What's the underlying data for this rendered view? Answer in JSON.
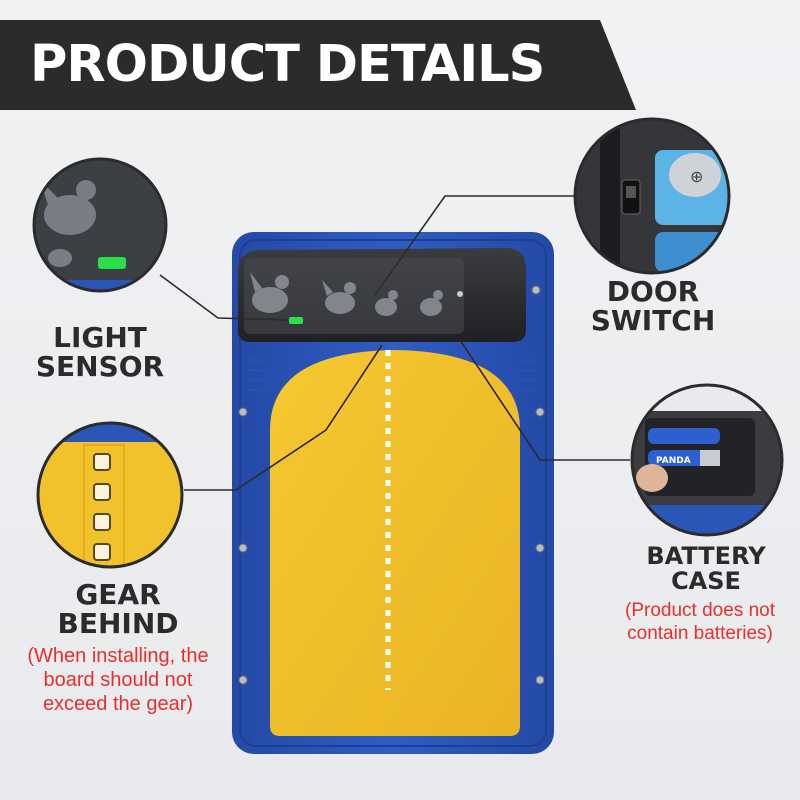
{
  "header": {
    "title": "PRODUCT DETAILS"
  },
  "callouts": {
    "light_sensor": {
      "line1": "LIGHT",
      "line2": "SENSOR"
    },
    "door_switch": {
      "line1": "DOOR",
      "line2": "SWITCH"
    },
    "battery_case": {
      "line1": "BATTERY",
      "line2": "CASE",
      "note1": "(Product does not",
      "note2": "contain batteries)"
    },
    "gear_behind": {
      "line1": "GEAR",
      "line2": "BEHIND",
      "note1": "(When installing, the",
      "note2": "board should not",
      "note3": "exceed the gear)"
    }
  },
  "battery_label": "PANDA",
  "colors": {
    "banner": "#2b2b2b",
    "frame_blue": "#2b57b8",
    "panel_yellow": "#f2c22c",
    "housing": "#2e3033",
    "indicator_green": "#28e04a",
    "note_red": "#e8302a"
  }
}
